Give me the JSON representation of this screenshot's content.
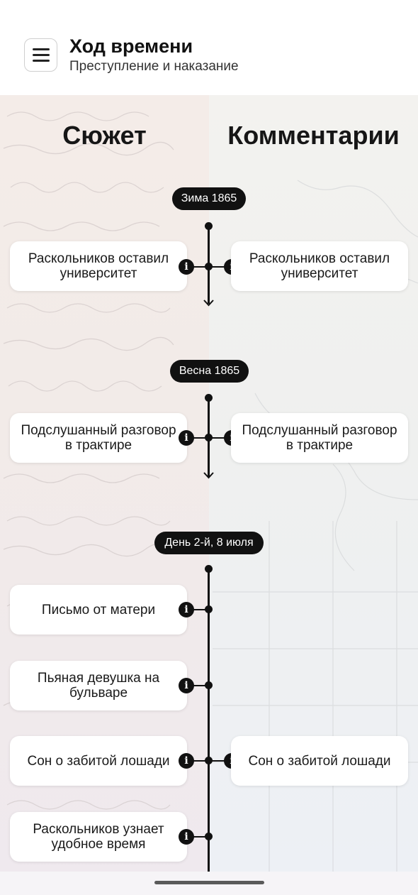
{
  "header": {
    "title": "Ход времени",
    "subtitle": "Преступление и наказание"
  },
  "columns": {
    "plot": "Сюжет",
    "comments": "Комментарии"
  },
  "sections": [
    {
      "label": "Зима 1865",
      "events": [
        {
          "plot": "Раскольников оставил университет",
          "comment": "Раскольников оставил университет"
        }
      ]
    },
    {
      "label": "Весна 1865",
      "events": [
        {
          "plot": "Подслушанный разговор в трактире",
          "comment": "Подслушанный разговор в трактире"
        }
      ]
    },
    {
      "label": "День 2-й, 8 июля",
      "events": [
        {
          "plot": "Письмо от матери",
          "comment": ""
        },
        {
          "plot": "Пьяная девушка на бульваре",
          "comment": ""
        },
        {
          "plot": "Сон о забитой лошади",
          "comment": "Сон о забитой лошади"
        },
        {
          "plot": "Раскольников узнает удобное время",
          "comment": ""
        }
      ]
    }
  ],
  "icons": {
    "menu": "hamburger-menu-icon",
    "info": "info-icon",
    "arrow": "arrow-down-icon"
  },
  "colors": {
    "timeline": "#111111",
    "card": "#ffffff",
    "pill": "#111111"
  }
}
